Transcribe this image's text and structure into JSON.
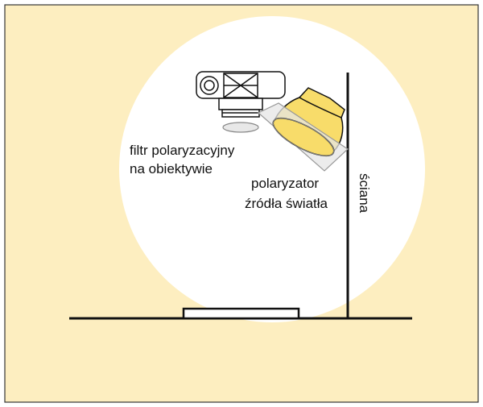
{
  "colors": {
    "background": "#fdeec0",
    "spotlight": "#ffffff",
    "frame": "#333333",
    "lamp_head": "#f8dc6a",
    "polarizer": "#e6e6e6",
    "line": "#111111"
  },
  "labels": {
    "lens_filter_line1": "filtr polaryzacyjny",
    "lens_filter_line2": "na obiektywie",
    "light_polarizer_line1": "polaryzator",
    "light_polarizer_line2": "źródła światła",
    "wall": "ściana"
  },
  "icons": [
    "camera-icon",
    "lamp-icon"
  ]
}
